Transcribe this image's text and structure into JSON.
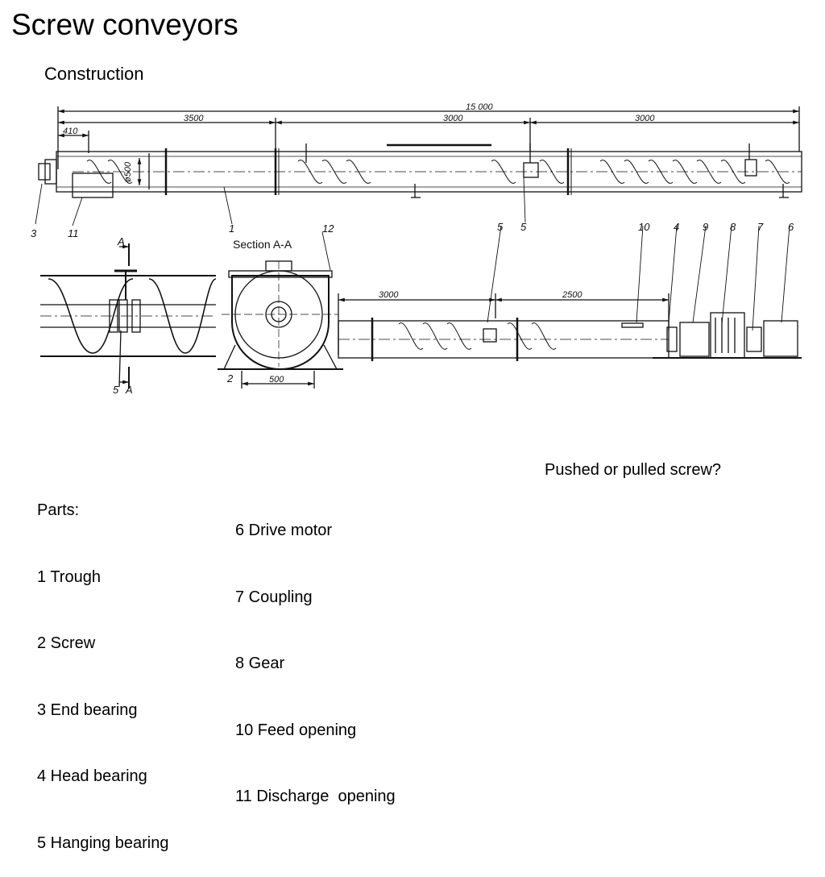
{
  "slide": {
    "title": "Screw conveyors",
    "subtitle": "Construction",
    "question": "Pushed or pulled screw?"
  },
  "drawing": {
    "section_label": "Section A-A",
    "dims": {
      "total": "15 000",
      "d3500": "3500",
      "d3000a": "3000",
      "d3000b": "3000",
      "d410": "410",
      "d500v": "ø500",
      "d3000c": "3000",
      "d2500": "2500",
      "d500h": "500"
    },
    "callouts": [
      "3",
      "11",
      "1",
      "12",
      "5",
      "5",
      "10",
      "4",
      "9",
      "8",
      "7",
      "6",
      "2",
      "5",
      "A",
      "A"
    ]
  },
  "parts": {
    "header": "Parts:",
    "left": [
      "1 Trough",
      "2 Screw",
      "3 End bearing",
      "4 Head bearing",
      "5 Hanging bearing"
    ],
    "right": [
      "6 Drive motor",
      "7 Coupling",
      "8 Gear",
      "10 Feed opening",
      "11 Discharge  opening"
    ]
  }
}
